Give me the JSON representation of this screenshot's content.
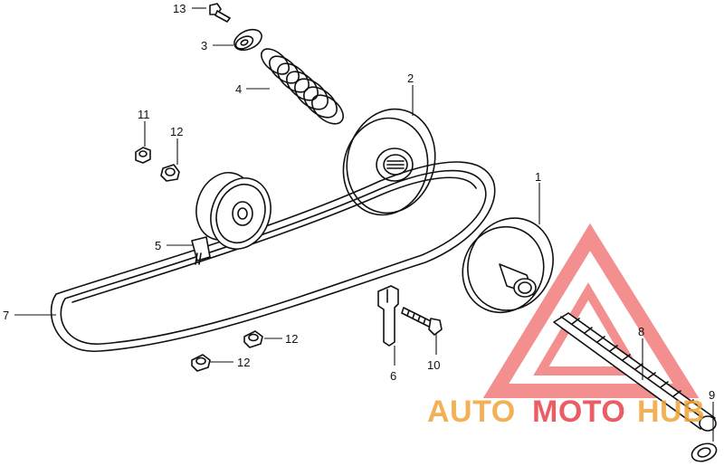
{
  "diagram": {
    "callouts": [
      {
        "id": "1",
        "label": "1"
      },
      {
        "id": "2",
        "label": "2"
      },
      {
        "id": "3",
        "label": "3"
      },
      {
        "id": "4",
        "label": "4"
      },
      {
        "id": "5",
        "label": "5"
      },
      {
        "id": "6",
        "label": "6"
      },
      {
        "id": "7",
        "label": "7"
      },
      {
        "id": "8",
        "label": "8"
      },
      {
        "id": "9",
        "label": "9"
      },
      {
        "id": "10",
        "label": "10"
      },
      {
        "id": "11",
        "label": "11"
      },
      {
        "id": "12a",
        "label": "12"
      },
      {
        "id": "12b",
        "label": "12"
      },
      {
        "id": "12c",
        "label": "12"
      },
      {
        "id": "13",
        "label": "13"
      }
    ]
  },
  "watermark": {
    "word_part1": "AUTO",
    "word_part2": "MOTO",
    "word_part3": "HUB",
    "color_orange": "#f2a43a",
    "color_red": "#e8414b",
    "color_triangle": "#ef6a6a"
  }
}
